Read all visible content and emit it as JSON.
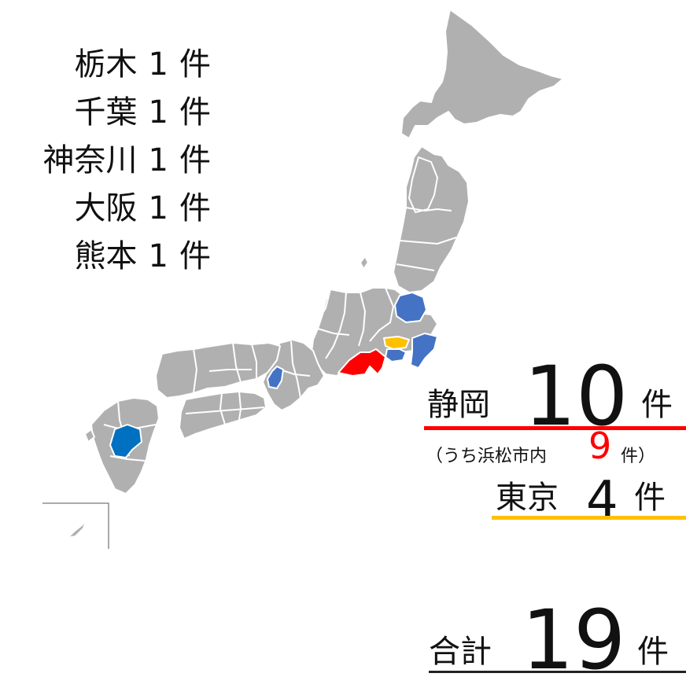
{
  "colors": {
    "land": "#b0b0b0",
    "border": "#ffffff",
    "shizuoka": "#ff0000",
    "tokyo": "#ffc000",
    "one_case": "#4472c4",
    "kumamoto": "#0070c0",
    "shizuoka_bar": "#ff0000",
    "tokyo_bar": "#ffc000",
    "hamamatsu_num": "#ff0000"
  },
  "list": [
    {
      "name": "栃木",
      "count": "1",
      "unit": "件"
    },
    {
      "name": "千葉",
      "count": "1",
      "unit": "件"
    },
    {
      "name": "神奈川",
      "count": "1",
      "unit": "件"
    },
    {
      "name": "大阪",
      "count": "1",
      "unit": "件"
    },
    {
      "name": "熊本",
      "count": "1",
      "unit": "件"
    }
  ],
  "shizuoka": {
    "name": "静岡",
    "count": "10",
    "unit": "件"
  },
  "hamamatsu": {
    "prefix": "（うち浜松市内",
    "count": "9",
    "unit": "件）"
  },
  "tokyo": {
    "name": "東京",
    "count": "4",
    "unit": "件"
  },
  "total": {
    "label": "合計",
    "count": "19",
    "unit": "件"
  },
  "map_icons": [
    "japan-map"
  ]
}
